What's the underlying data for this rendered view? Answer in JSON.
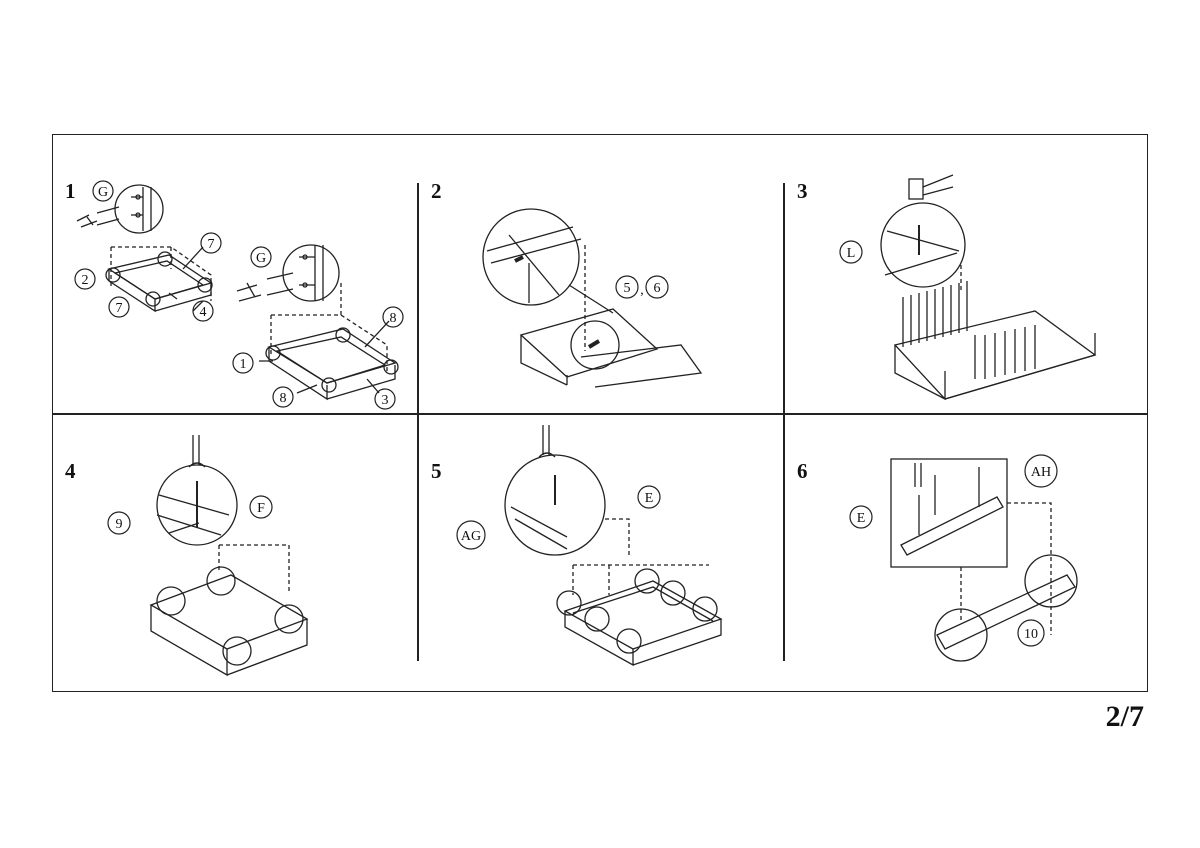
{
  "page": {
    "number": "2/7"
  },
  "steps": [
    {
      "number": "1",
      "labels": {
        "g1": "G",
        "p7a": "7",
        "p2": "2",
        "p7b": "7",
        "p4": "4",
        "g2": "G",
        "p8a": "8",
        "p1": "1",
        "p8b": "8",
        "p3": "3"
      }
    },
    {
      "number": "2",
      "labels": {
        "p56": "5",
        "p6": "6",
        "comma": ","
      }
    },
    {
      "number": "3",
      "labels": {
        "L": "L"
      }
    },
    {
      "number": "4",
      "labels": {
        "p9": "9",
        "F": "F"
      }
    },
    {
      "number": "5",
      "labels": {
        "E": "E",
        "AG": "AG"
      }
    },
    {
      "number": "6",
      "labels": {
        "AH": "AH",
        "E": "E",
        "p10": "10"
      }
    }
  ]
}
